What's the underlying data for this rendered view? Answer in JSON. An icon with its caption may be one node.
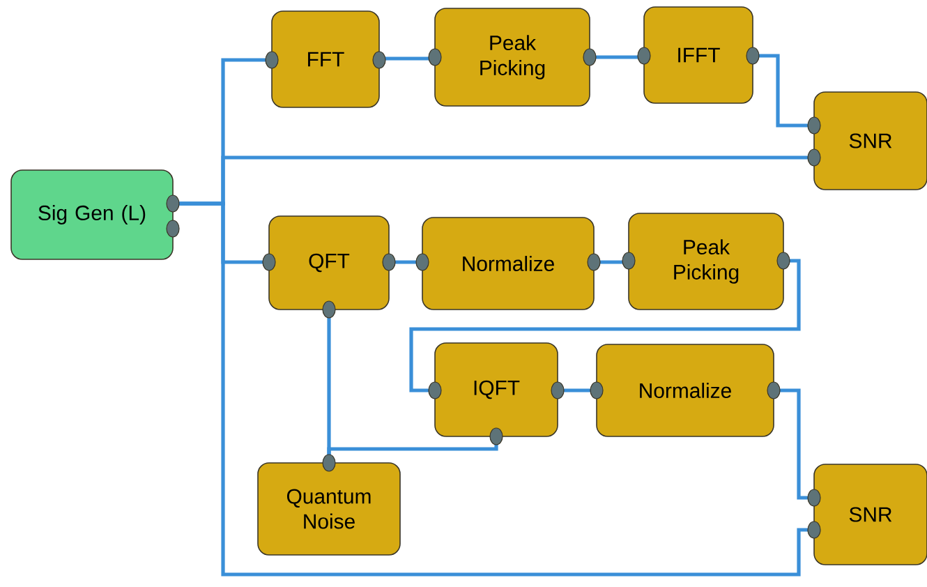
{
  "diagram": {
    "nodes": [
      {
        "text": [
          "Sig Gen (L)"
        ]
      },
      {
        "text": [
          "FFT"
        ]
      },
      {
        "text": [
          "Peak Picking"
        ]
      },
      {
        "text": [
          "IFFT"
        ]
      },
      {
        "text": [
          "SNR"
        ]
      },
      {
        "text": [
          "QFT"
        ]
      },
      {
        "text": [
          "Normalize"
        ]
      },
      {
        "text": [
          "Peak Picking"
        ]
      },
      {
        "text": [
          "IQFT"
        ]
      },
      {
        "text": [
          "Normalize"
        ]
      },
      {
        "text": [
          "Quantum Noise"
        ]
      },
      {
        "text": [
          "SNR"
        ]
      }
    ],
    "edges": [
      {
        "from": 0,
        "to": 1,
        "arrow": "none"
      },
      {
        "from": 0,
        "to": 4,
        "arrow": "none"
      },
      {
        "from": 0,
        "to": 5,
        "arrow": "none"
      },
      {
        "from": 0,
        "to": 11,
        "arrow": "none"
      },
      {
        "from": 1,
        "to": 2,
        "arrow": "none"
      },
      {
        "from": 2,
        "to": 3,
        "arrow": "none"
      },
      {
        "from": 3,
        "to": 4,
        "arrow": "none"
      },
      {
        "from": 5,
        "to": 6,
        "arrow": "none"
      },
      {
        "from": 6,
        "to": 7,
        "arrow": "none"
      },
      {
        "from": 7,
        "to": 8,
        "arrow": "none"
      },
      {
        "from": 8,
        "to": 9,
        "arrow": "none"
      },
      {
        "from": 9,
        "to": 11,
        "arrow": "none"
      },
      {
        "from": 10,
        "to": 5,
        "arrow": "none"
      },
      {
        "from": 10,
        "to": 8,
        "arrow": "none"
      }
    ]
  }
}
